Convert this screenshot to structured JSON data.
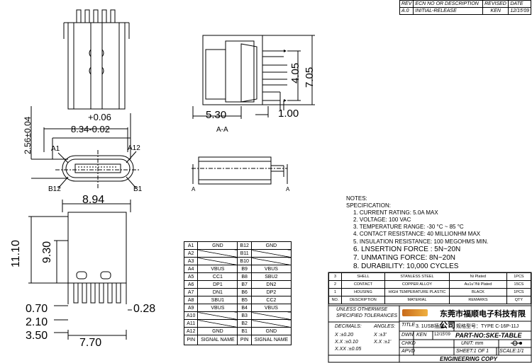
{
  "revision_table": {
    "headers": [
      "REV",
      "ECN NO OR DESCRIPTION",
      "REVISED",
      "DATE"
    ],
    "rows": [
      [
        "A.0",
        "INITIAL-RELEASE",
        "KEN",
        "12/15'09"
      ]
    ]
  },
  "dimensions": {
    "d1": "5.30",
    "d2": "1.00",
    "d3": "4.05",
    "d4": "7.05",
    "d5": "+0.06",
    "d6": "8.34-0.02",
    "d7": "2.56±0.04",
    "d8": "8.94",
    "d9": "11.10",
    "d10": "9.30",
    "d11": "0.70",
    "d12": "2.10",
    "d13": "3.50",
    "d14": "7.70",
    "d15": "0.28"
  },
  "labels": {
    "section": "A-A",
    "a1": "A1",
    "a12": "A12",
    "b12": "B12",
    "b1": "B1",
    "a_mark": "A"
  },
  "notes": {
    "title": "NOTES:",
    "subtitle": "SPECIFICATION:",
    "items": [
      "1. CURRENT RATING: 5.0A MAX",
      "2. VOLTAGE: 100 VAC",
      "3. TEMPERATURE RANGE: -30 °C ~ 85 °C",
      "4. CONTACT RESISTANCE: 40 MILLIONHM MAX",
      "5. INSULATION RESISTANCE: 100 MEGOHMS MIN.",
      "6. LNSERTION FORCE : 5N~20N",
      "7. UNMATING FORCE: 8N~20N",
      "8. DURABILITY:   10,000 CYCLES"
    ]
  },
  "pin_table": {
    "rows": [
      [
        "A1",
        "GND",
        "B12",
        "GND"
      ],
      [
        "A2",
        "",
        "B11",
        ""
      ],
      [
        "A3",
        "",
        "B10",
        ""
      ],
      [
        "A4",
        "VBUS",
        "B9",
        "VBUS"
      ],
      [
        "A5",
        "CC1",
        "B8",
        "SBU2"
      ],
      [
        "A6",
        "DP1",
        "B7",
        "DN2"
      ],
      [
        "A7",
        "DN1",
        "B6",
        "DP2"
      ],
      [
        "A8",
        "SBU1",
        "B5",
        "CC2"
      ],
      [
        "A9",
        "VBUS",
        "B4",
        "VBUS"
      ],
      [
        "A10",
        "",
        "B3",
        ""
      ],
      [
        "A11",
        "",
        "B2",
        ""
      ],
      [
        "A12",
        "GND",
        "B1",
        "GND"
      ]
    ],
    "footer": [
      "PIN",
      "SIGNAL NAME",
      "PIN",
      "SIGNAL NAME"
    ]
  },
  "bom": {
    "rows": [
      [
        "3",
        "SHELL",
        "STANLESS STEEL",
        "Ni  Plated",
        "1PCS"
      ],
      [
        "2",
        "CONTACT",
        "COPPER ALLOY",
        "Au1u\"/Ni  Plated",
        "15CS"
      ],
      [
        "1",
        "HOUSING",
        "HIGH TEMPERATURE PLASTIC",
        "BLACK",
        "1PCS"
      ]
    ],
    "header": [
      "NO.",
      "DESCRIPTION",
      "MATERIAL",
      "REMARKS",
      "QTY"
    ]
  },
  "title_block": {
    "tolerance_heading_1": "UNLESS OTHERWISE",
    "tolerance_heading_2": "SPECIFIED TOLERANCES",
    "decimals": "DECIMALS:",
    "angles": "ANGLES:",
    "tol_x": "X     :±0.20",
    "tol_xx": "X.X   :±0.10",
    "tol_xxx": "X.XX  :±0.05",
    "ang_x": "X   :±3'",
    "ang_xx": "X.X :±1'",
    "company": "东莞市福顺电子科技有限公司",
    "title_label": "TITLE",
    "title_value": "3. 1USB插座",
    "spec": "规格型号：TYPE C-16P-11J",
    "part_no": "PART-NO:SKE-TABLE",
    "dwn_label": "DWN",
    "dwn_name": "KEN",
    "dwn_date": "12/15'09",
    "unit": "UNIT:   mm",
    "chkd_label": "CHKD",
    "apvd_label": "APVD",
    "sheet": "SHEET:1  OF  1",
    "scale": "SCALE:1/1",
    "footer": "ENGINEERING  COPY"
  }
}
